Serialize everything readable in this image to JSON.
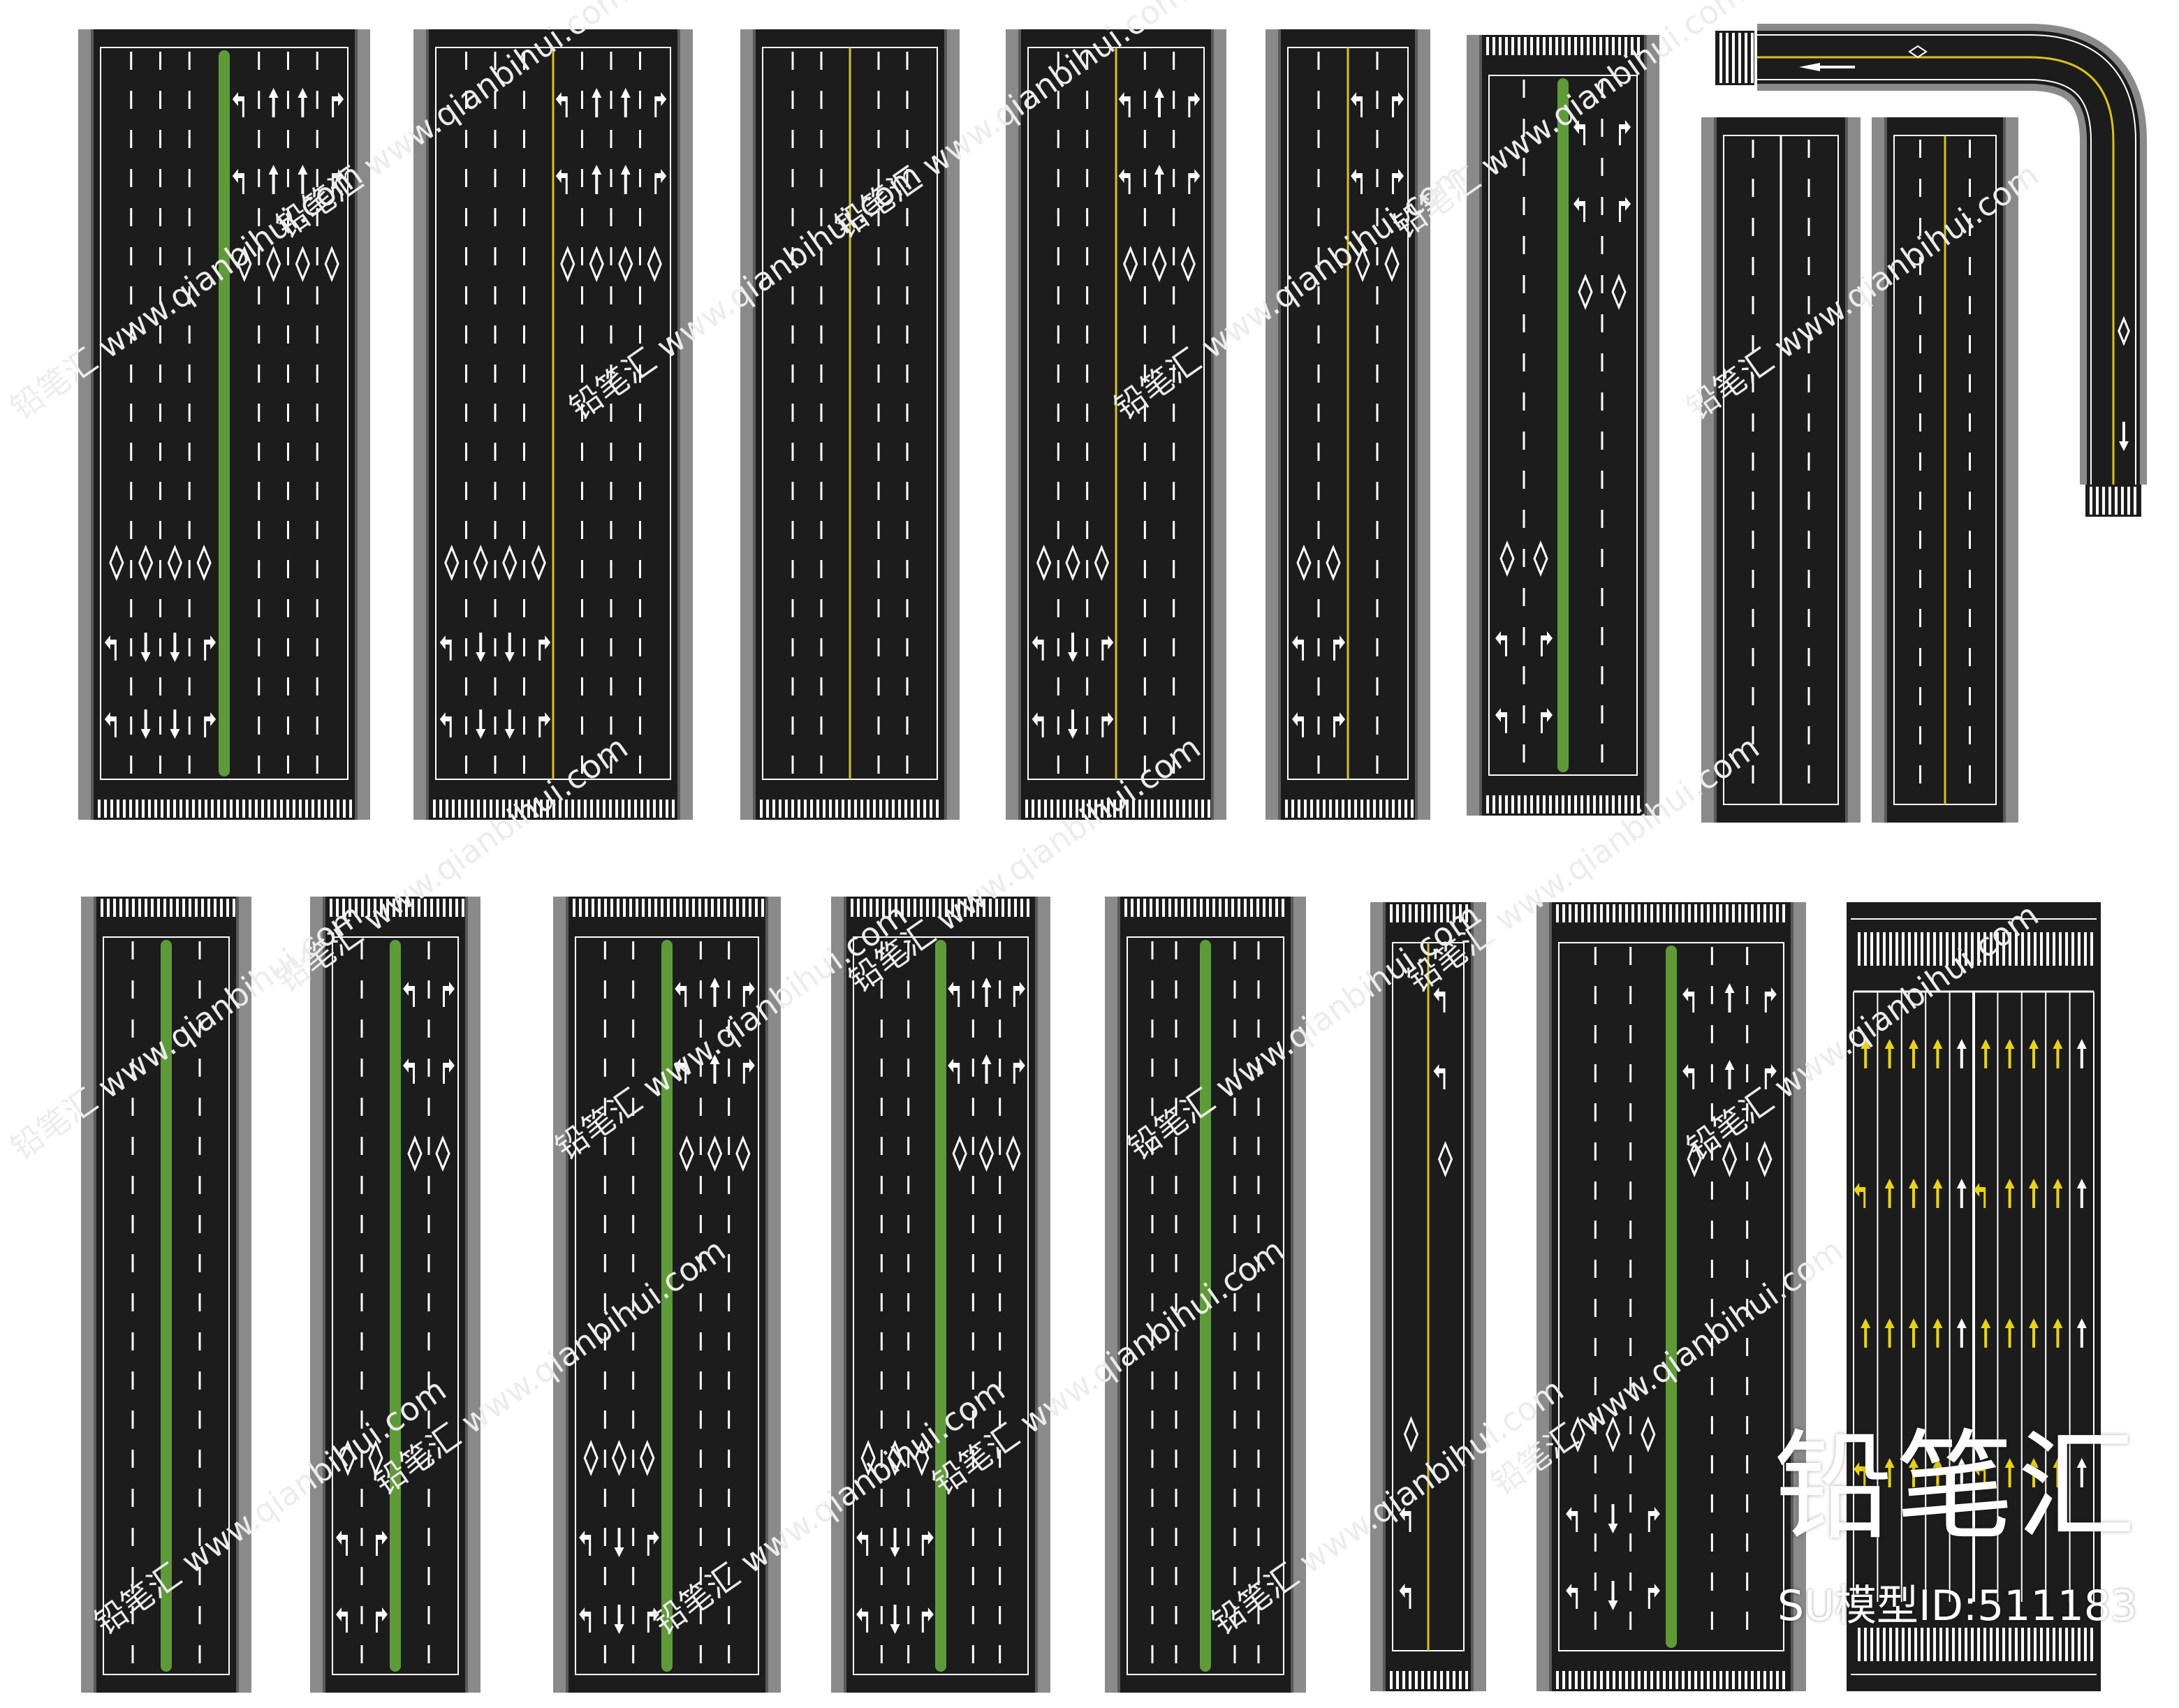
{
  "brand": {
    "logo_text": "铅笔汇",
    "model_id": "SU模型ID:511183"
  },
  "watermark": {
    "text": "铅笔汇 www.qianbihui.com"
  },
  "colors": {
    "asphalt": "#1c1c1c",
    "sidewalk": "#8a8a8a",
    "curb": "#5a5a5a",
    "median": "#5f9a3a",
    "center_line": "#d8c21a",
    "marking": "#ffffff",
    "arrow_yellow": "#e8d21a"
  },
  "roads": [
    {
      "name": "road-a",
      "type": "straight",
      "lanes": 8,
      "divider": "median",
      "arrows": true,
      "diamonds": true,
      "crosswalk": "bottom"
    },
    {
      "name": "road-b",
      "type": "straight",
      "lanes": 8,
      "divider": "yellow",
      "arrows": true,
      "diamonds": true,
      "crosswalk": "bottom"
    },
    {
      "name": "road-c",
      "type": "straight",
      "lanes": 6,
      "divider": "yellow",
      "arrows": false,
      "diamonds": false,
      "crosswalk": "bottom"
    },
    {
      "name": "road-d",
      "type": "straight",
      "lanes": 6,
      "divider": "yellow",
      "arrows": true,
      "diamonds": true,
      "crosswalk": "bottom"
    },
    {
      "name": "road-e",
      "type": "straight",
      "lanes": 4,
      "divider": "yellow",
      "arrows": true,
      "diamonds": true,
      "crosswalk": "bottom"
    },
    {
      "name": "road-f",
      "type": "straight",
      "lanes": 4,
      "divider": "median",
      "arrows": true,
      "diamonds": true,
      "crosswalk": "both"
    },
    {
      "name": "road-curve",
      "type": "curve",
      "lanes": 2,
      "divider": "yellow",
      "arrows": true,
      "diamonds": true,
      "crosswalk": "both"
    },
    {
      "name": "road-g",
      "type": "straight",
      "lanes": 4,
      "divider": "white",
      "arrows": false,
      "diamonds": false,
      "crosswalk": "none"
    },
    {
      "name": "road-h",
      "type": "straight",
      "lanes": 4,
      "divider": "yellow",
      "arrows": false,
      "diamonds": false,
      "crosswalk": "none"
    },
    {
      "name": "road-i",
      "type": "straight",
      "lanes": 4,
      "divider": "median",
      "arrows": false,
      "diamonds": false,
      "crosswalk": "top"
    },
    {
      "name": "road-j",
      "type": "straight",
      "lanes": 4,
      "divider": "median",
      "arrows": true,
      "diamonds": true,
      "crosswalk": "top"
    },
    {
      "name": "road-k",
      "type": "straight",
      "lanes": 6,
      "divider": "median",
      "arrows": true,
      "diamonds": true,
      "crosswalk": "top"
    },
    {
      "name": "road-l",
      "type": "straight",
      "lanes": 6,
      "divider": "median",
      "arrows": true,
      "diamonds": true,
      "crosswalk": "top"
    },
    {
      "name": "road-m",
      "type": "straight",
      "lanes": 6,
      "divider": "median",
      "arrows": false,
      "diamonds": false,
      "crosswalk": "top"
    },
    {
      "name": "road-n",
      "type": "straight",
      "lanes": 2,
      "divider": "yellow",
      "arrows": true,
      "diamonds": true,
      "crosswalk": "both"
    },
    {
      "name": "road-o",
      "type": "straight",
      "lanes": 6,
      "divider": "median",
      "arrows": true,
      "diamonds": true,
      "crosswalk": "both"
    },
    {
      "name": "road-p",
      "type": "intersection",
      "lanes": 10,
      "divider": "white",
      "arrows": true,
      "diamonds": false,
      "crosswalk": "both"
    }
  ]
}
